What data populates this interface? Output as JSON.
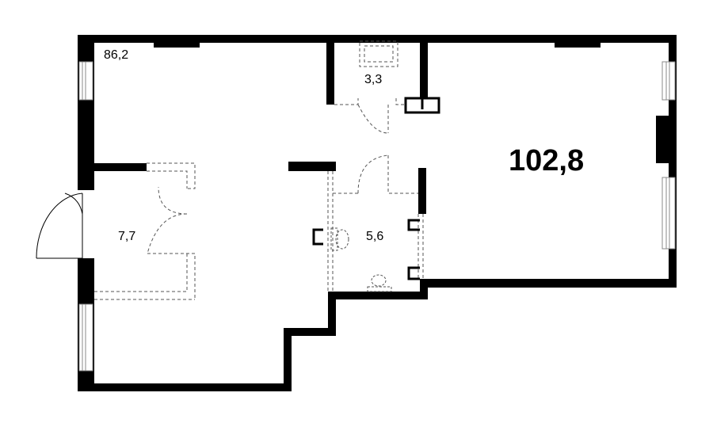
{
  "floor_plan": {
    "total_area": "102,8",
    "rooms": [
      {
        "id": "main-hall",
        "area": "86,2"
      },
      {
        "id": "storage",
        "area": "3,3"
      },
      {
        "id": "vestibule",
        "area": "7,7"
      },
      {
        "id": "bathroom",
        "area": "5,6"
      }
    ]
  },
  "colors": {
    "wall": "#000000",
    "background": "#ffffff",
    "dashed_line": "#555555",
    "window_frame": "#888888"
  },
  "icons": [
    "toilet-icon",
    "sink-icon",
    "shower-icon",
    "door-swing-icon",
    "window-icon"
  ]
}
